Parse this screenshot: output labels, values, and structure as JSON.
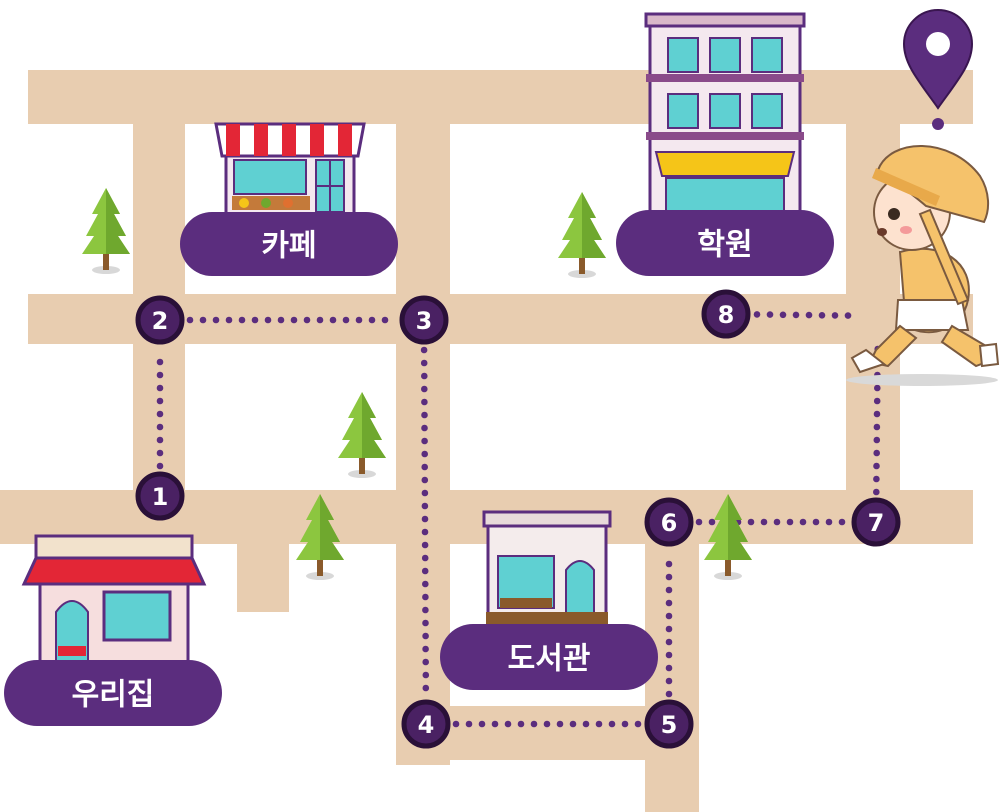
{
  "places": [
    {
      "id": "home",
      "label": "우리집",
      "icon": "shop-red-awning-icon"
    },
    {
      "id": "cafe",
      "label": "카페",
      "icon": "cafe-striped-awning-icon"
    },
    {
      "id": "academy",
      "label": "학원",
      "icon": "academy-building-icon"
    },
    {
      "id": "library",
      "label": "도서관",
      "icon": "library-building-icon"
    }
  ],
  "waypoints": [
    "1",
    "2",
    "3",
    "4",
    "5",
    "6",
    "7",
    "8"
  ],
  "colors": {
    "road": "#e8cdb0",
    "route": "#5b2d7e",
    "label_bg": "#5b2d7e",
    "waypoint_bg": "#4a2163",
    "tree": "#8cc63f",
    "awning_red": "#e32636",
    "academy_awning": "#f5c518"
  },
  "icons": [
    "location-pin-icon",
    "running-child-icon",
    "tree-icon"
  ]
}
